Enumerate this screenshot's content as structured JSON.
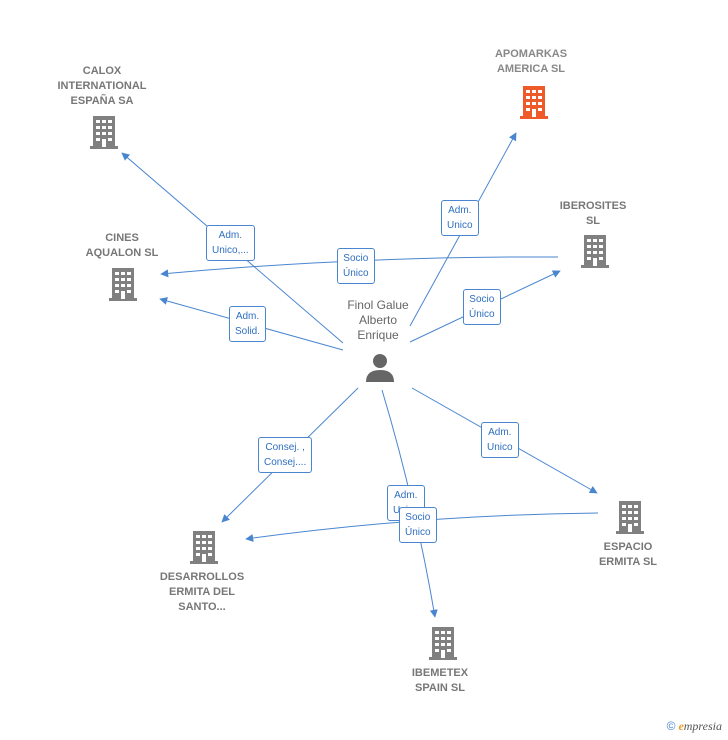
{
  "colors": {
    "edge": "#4a86d0",
    "building": "#808080",
    "building_highlight": "#ee5a2a",
    "person": "#666666"
  },
  "person": {
    "name": "Finol Galue\nAlberto\nEnrique",
    "icon": "person-icon"
  },
  "nodes": [
    {
      "id": "calox",
      "label": "CALOX\nINTERNATIONAL\nESPAÑA SA",
      "icon": "building-icon"
    },
    {
      "id": "apomarkas",
      "label": "APOMARKAS\nAMERICA SL",
      "icon": "building-icon",
      "highlight": true
    },
    {
      "id": "iberosites",
      "label": "IBEROSITES\nSL",
      "icon": "building-icon"
    },
    {
      "id": "cines",
      "label": "CINES\nAQUALON SL",
      "icon": "building-icon"
    },
    {
      "id": "desarrollos",
      "label": "DESARROLLOS\nERMITA DEL\nSANTO...",
      "icon": "building-icon"
    },
    {
      "id": "ibemetex",
      "label": "IBEMETEX\nSPAIN SL",
      "icon": "building-icon"
    },
    {
      "id": "espacio",
      "label": "ESPACIO\nERMITA SL",
      "icon": "building-icon"
    }
  ],
  "edges": [
    {
      "label": "Adm.\nUnico,..."
    },
    {
      "label": "Adm.\nUnico"
    },
    {
      "label": "Socio\nÚnico"
    },
    {
      "label": "Socio\nÚnico"
    },
    {
      "label": "Adm.\nSolid."
    },
    {
      "label": "Consej. ,\nConsej...."
    },
    {
      "label": "Adm.\nUnico"
    },
    {
      "label": "Adm.\nUnico"
    },
    {
      "label": "Socio\nÚnico"
    }
  ],
  "watermark": {
    "copyright": "©",
    "brand_initial": "e",
    "brand_rest": "mpresia"
  }
}
